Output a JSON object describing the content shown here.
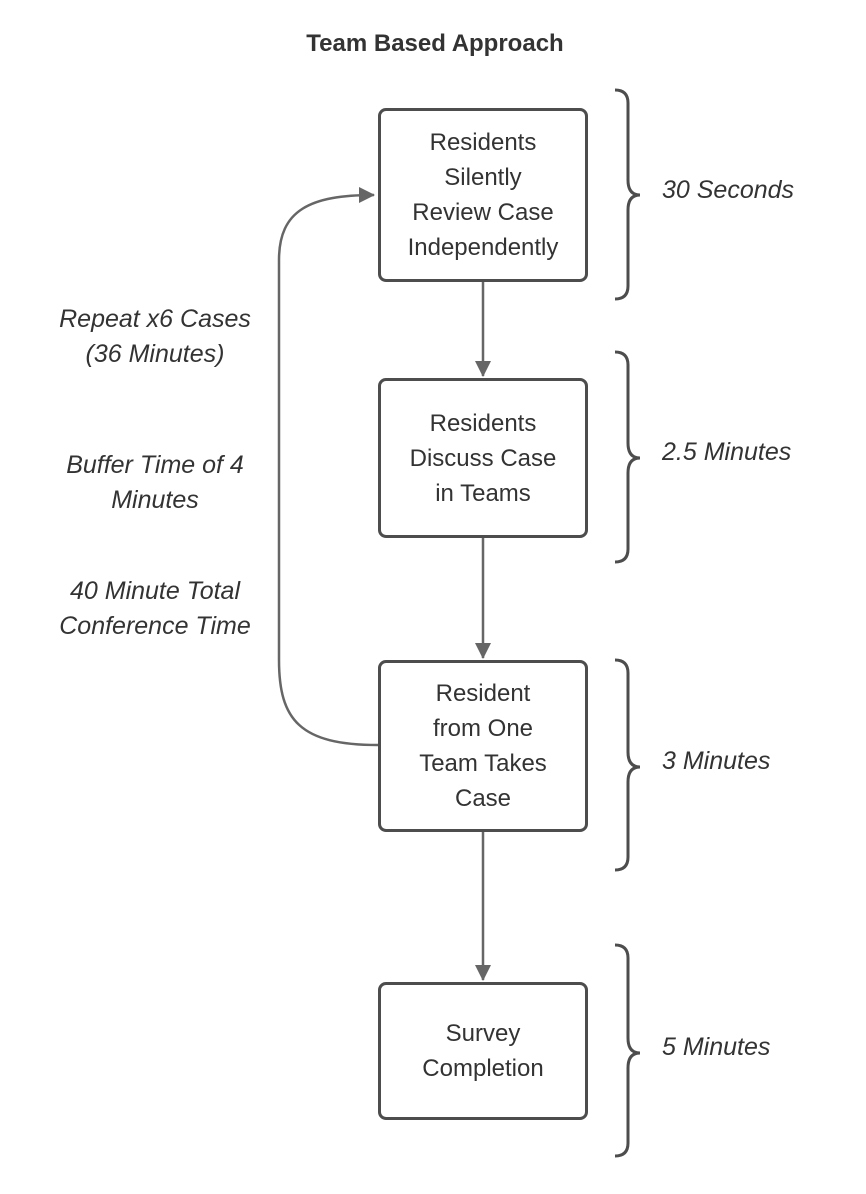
{
  "title": "Team Based Approach",
  "steps": [
    {
      "label": "Residents\nSilently\nReview Case\nIndependently",
      "duration": "30 Seconds"
    },
    {
      "label": "Residents\nDiscuss Case\nin Teams",
      "duration": "2.5 Minutes"
    },
    {
      "label": "Resident\nfrom One\nTeam Takes\nCase",
      "duration": "3 Minutes"
    },
    {
      "label": "Survey\nCompletion",
      "duration": "5 Minutes"
    }
  ],
  "notes": {
    "repeat": "Repeat x6 Cases\n(36 Minutes)",
    "buffer": "Buffer Time of 4\nMinutes",
    "total": "40 Minute Total\nConference Time"
  },
  "colors": {
    "stroke": "#4d4d4d",
    "text": "#333333",
    "arrow": "#666666"
  }
}
